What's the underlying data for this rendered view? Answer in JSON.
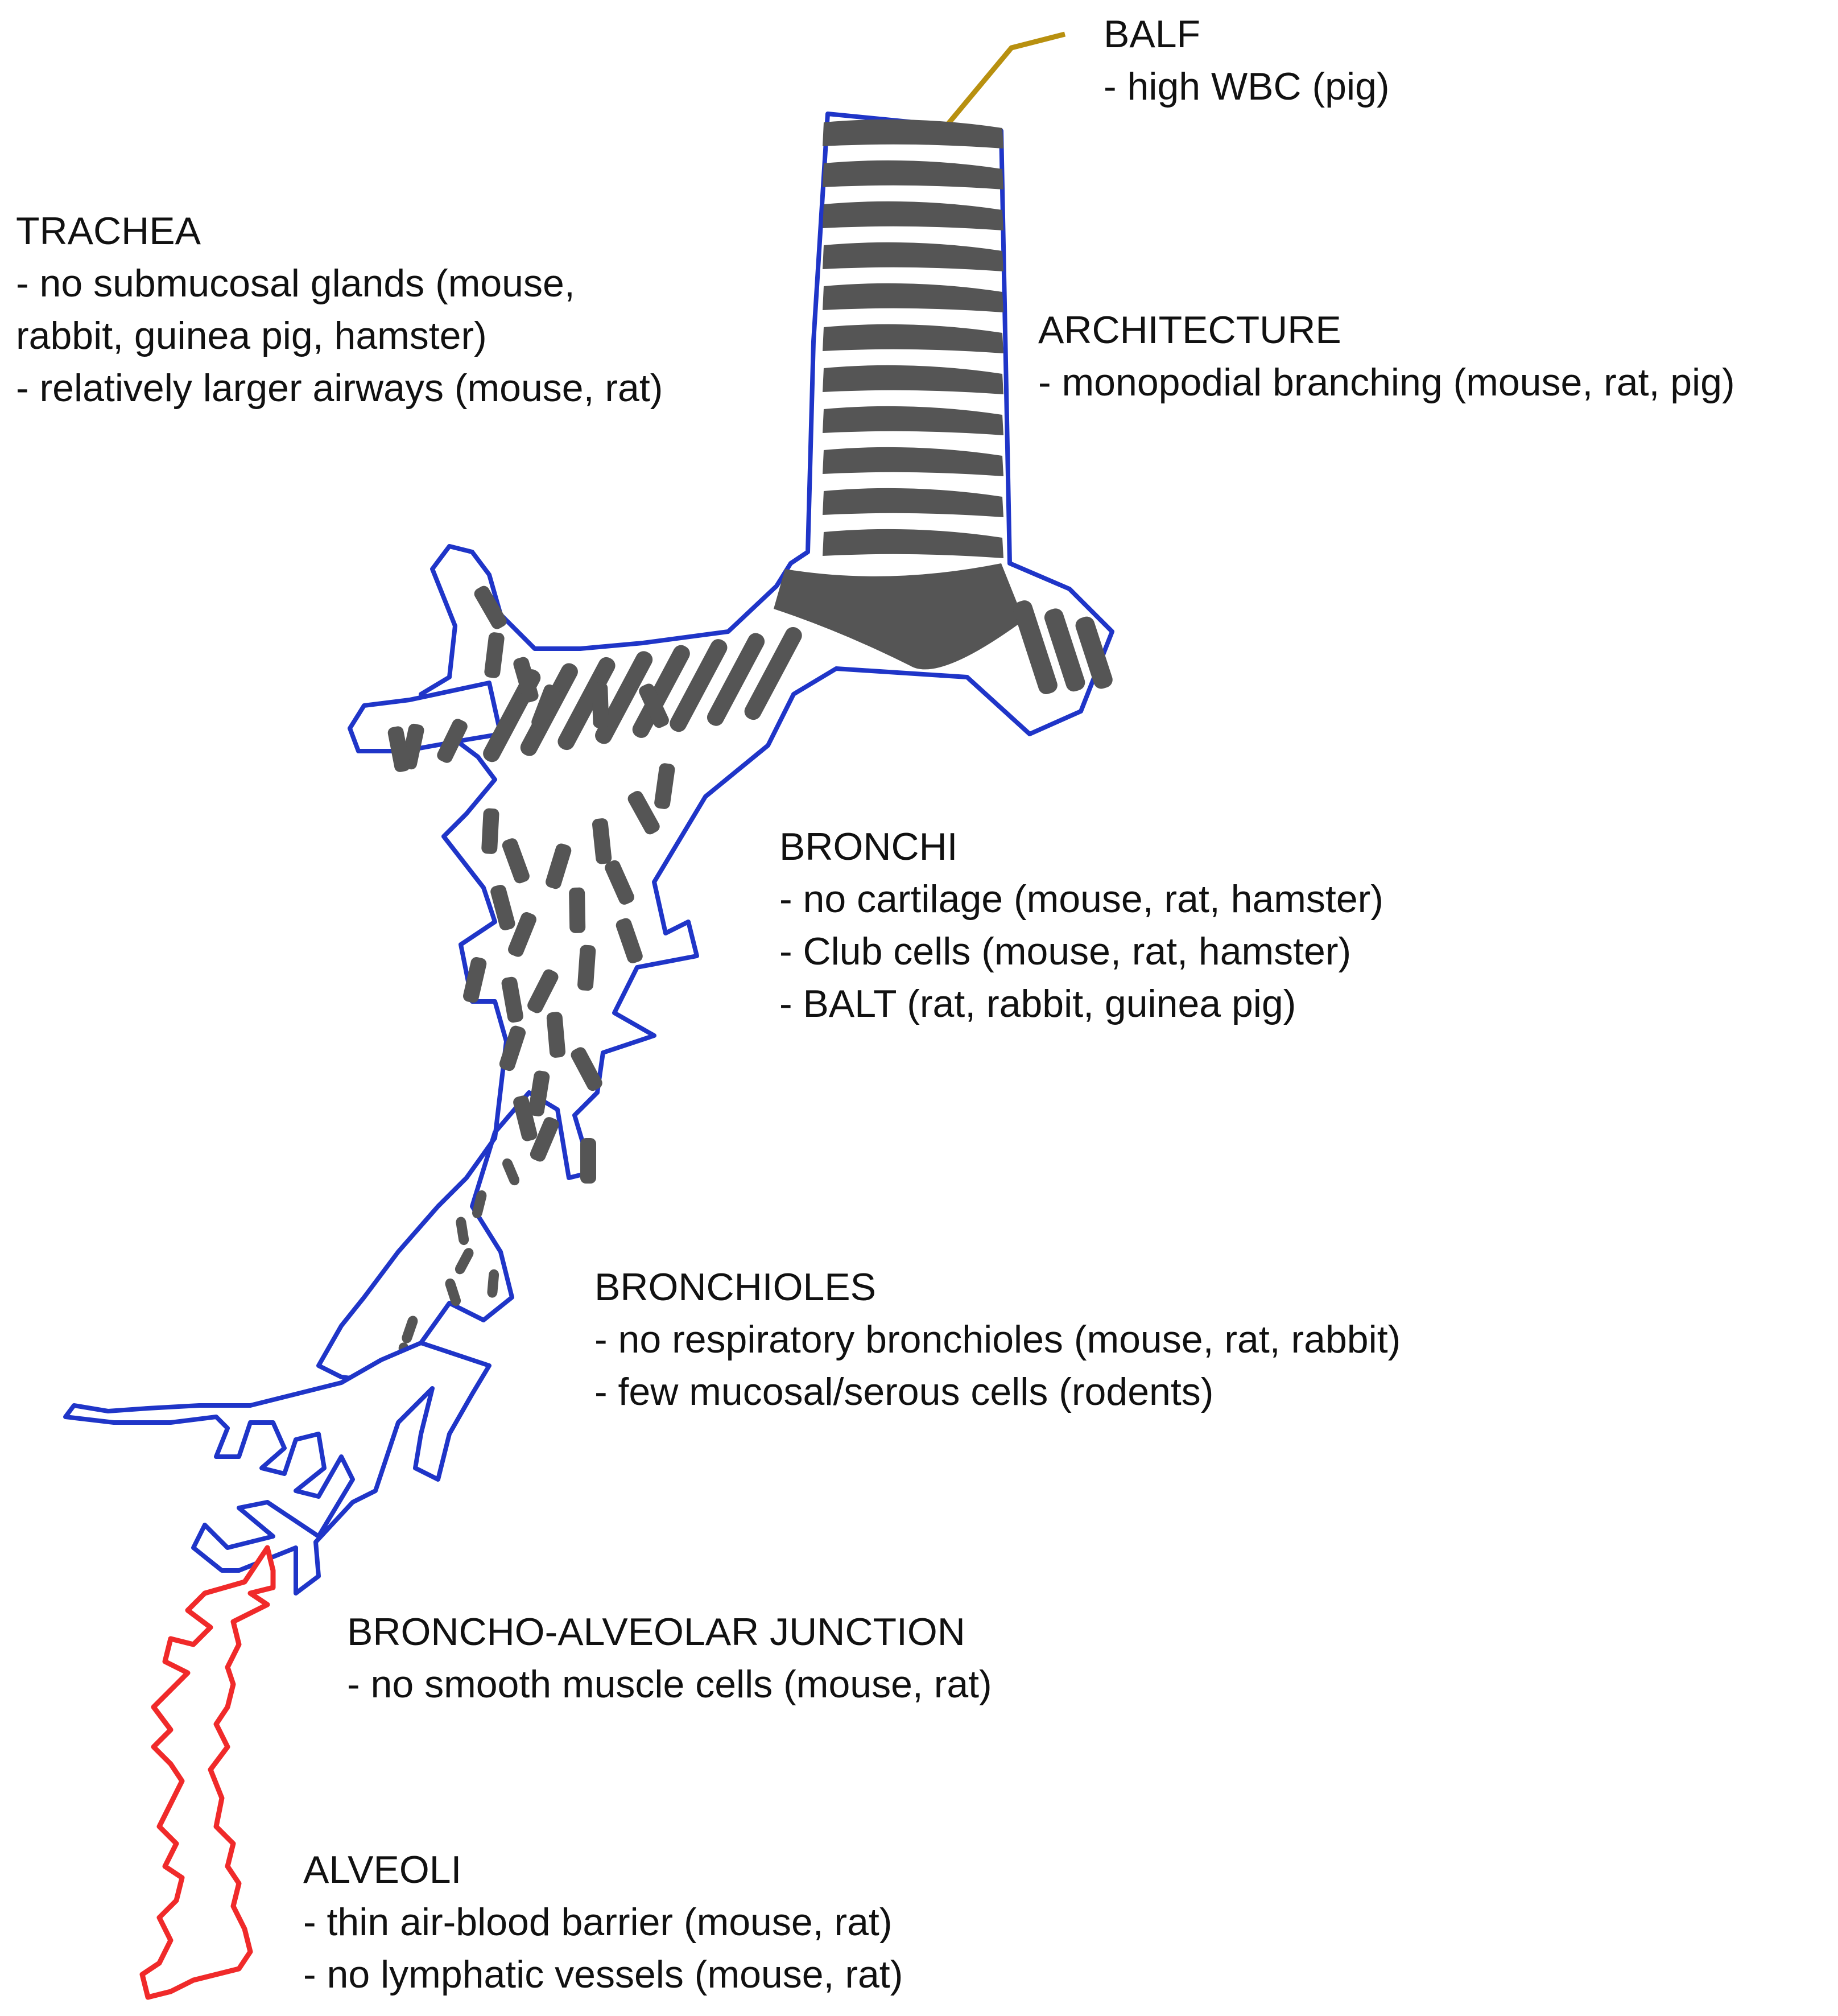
{
  "labels": {
    "balf": {
      "title": "BALF",
      "lines": [
        "- high WBC (pig)"
      ]
    },
    "trachea": {
      "title": "TRACHEA",
      "lines": [
        "- no submucosal glands (mouse,",
        "rabbit, guinea pig, hamster)",
        "- relatively larger airways (mouse, rat)"
      ]
    },
    "architecture": {
      "title": "ARCHITECTURE",
      "lines": [
        "- monopodial branching (mouse, rat, pig)"
      ]
    },
    "bronchi": {
      "title": "BRONCHI",
      "lines": [
        "- no cartilage (mouse, rat, hamster)",
        "- Club cells (mouse, rat, hamster)",
        "- BALT (rat, rabbit, guinea pig)"
      ]
    },
    "bronchioles": {
      "title": "BRONCHIOLES",
      "lines": [
        "- no respiratory bronchioles (mouse, rat, rabbit)",
        "- few mucosal/serous cells (rodents)"
      ]
    },
    "baj": {
      "title": "BRONCHO-ALVEOLAR JUNCTION",
      "lines": [
        "- no smooth muscle cells (mouse, rat)"
      ]
    },
    "alveoli": {
      "title": "ALVEOLI",
      "lines": [
        "- thin air-blood barrier (mouse, rat)",
        "- no lymphatic vessels (mouse, rat)"
      ]
    }
  },
  "colors": {
    "outline": "#1f35c8",
    "cartilage": "#555555",
    "alveolar_outline": "#f02a2a",
    "leader_line": "#b8900f",
    "text": "#111111"
  }
}
